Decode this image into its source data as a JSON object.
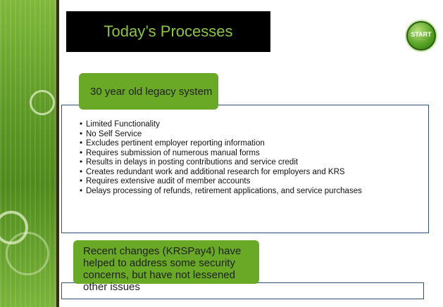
{
  "title": "Today’s Processes",
  "start_badge": {
    "label": "START",
    "icon": "start-button-icon"
  },
  "callout_top": "30 year old legacy system",
  "bullets": [
    "Limited Functionality",
    "No Self Service",
    "Excludes pertinent employer reporting information",
    "Requires submission of numerous manual forms",
    "Results in delays in posting contributions and service credit",
    "Creates redundant work and additional research for employers and KRS",
    "Requires extensive audit of member accounts",
    "Delays processing of refunds, retirement applications, and service purchases"
  ],
  "callout_bottom": "Recent changes (KRSPay4) have helped to address some security concerns, but have not lessened other issues",
  "colors": {
    "accent_green": "#69a925",
    "title_green": "#8cc63f",
    "title_bg": "#000000",
    "frame_blue": "#2f4f73"
  }
}
